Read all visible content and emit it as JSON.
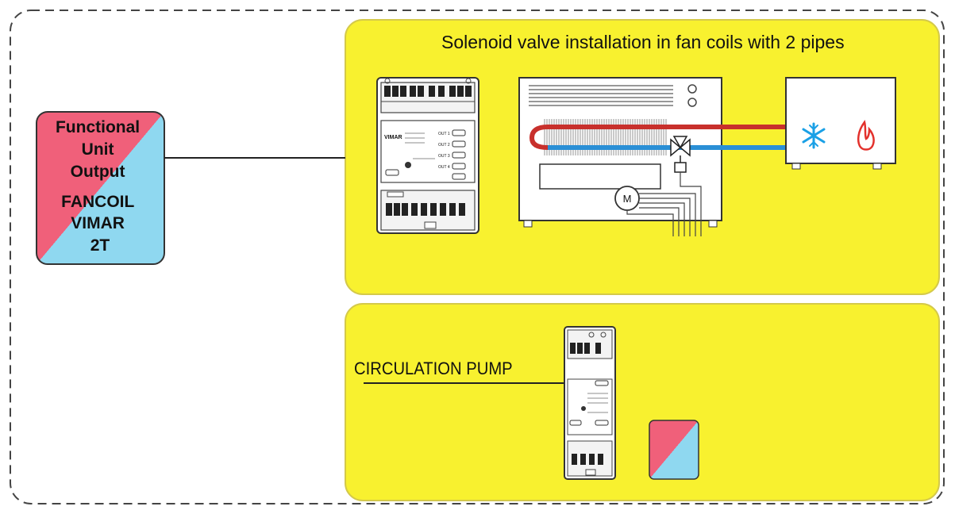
{
  "diagram": {
    "functional_unit": {
      "lines": [
        "Functional",
        "Unit",
        "Output",
        "FANCOIL",
        "VIMAR",
        "2T"
      ]
    },
    "top_panel": {
      "title": "Solenoid valve installation in fan coils with 2 pipes",
      "motor_label": "M"
    },
    "bottom_panel": {
      "title": "CIRCULATION PUMP"
    },
    "module": {
      "brand": "VIMAR",
      "outputs": [
        "OUT 1",
        "OUT 2",
        "OUT 3",
        "OUT 4"
      ]
    },
    "colors": {
      "panel_fill": "#f8f12f",
      "panel_border": "#d4c94a",
      "hot_pipe": "#c8302c",
      "cold_pipe": "#2a8fd6",
      "unit_pink": "#f0607a",
      "unit_blue": "#8fd8f0",
      "snowflake": "#1aa0e6",
      "flame": "#e3312c"
    }
  }
}
